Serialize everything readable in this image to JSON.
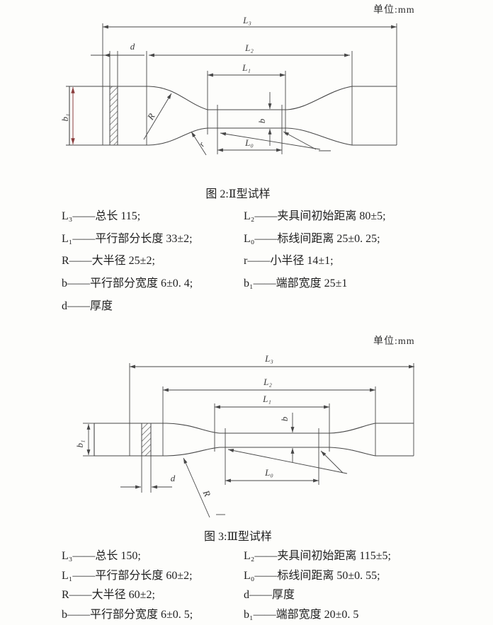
{
  "page": {
    "ink_color": "#474747",
    "accent_red": "#8a3d3d"
  },
  "figure2": {
    "unit_label": "单位:mm",
    "caption": "图 2:Ⅱ型试样",
    "labels": {
      "L3": "L₃",
      "L2": "L₂",
      "L1": "L₁",
      "L0": "L₀",
      "b": "b",
      "b1": "b₁",
      "d": "d",
      "R": "R",
      "r": "r"
    },
    "legend_left": [
      "L₃——总长 115;",
      "L₁——平行部分长度 33±2;",
      "R——大半径 25±2;",
      "b——平行部分宽度 6±0. 4;",
      "d——厚度"
    ],
    "legend_right": [
      "L₂——夹具间初始距离 80±5;",
      "L₀——标线间距离 25±0. 25;",
      "r——小半径 14±1;",
      "b₁——端部宽度 25±1"
    ]
  },
  "figure3": {
    "unit_label": "单位:mm",
    "caption": "图 3:Ⅲ型试样",
    "labels": {
      "L3": "L₃",
      "L2": "L₂",
      "L1": "L₁",
      "L0": "L₀",
      "b": "b",
      "b1": "b₁",
      "d": "d",
      "R": "R"
    },
    "legend_left": [
      "L₃——总长 150;",
      "L₁——平行部分长度 60±2;",
      "R——大半径 60±2;",
      "b——平行部分宽度 6±0. 5;"
    ],
    "legend_right": [
      "L₂——夹具间初始距离 115±5;",
      "L₀——标线间距离 50±0. 55;",
      "d——厚度",
      "b₁——端部宽度 20±0. 5"
    ]
  }
}
